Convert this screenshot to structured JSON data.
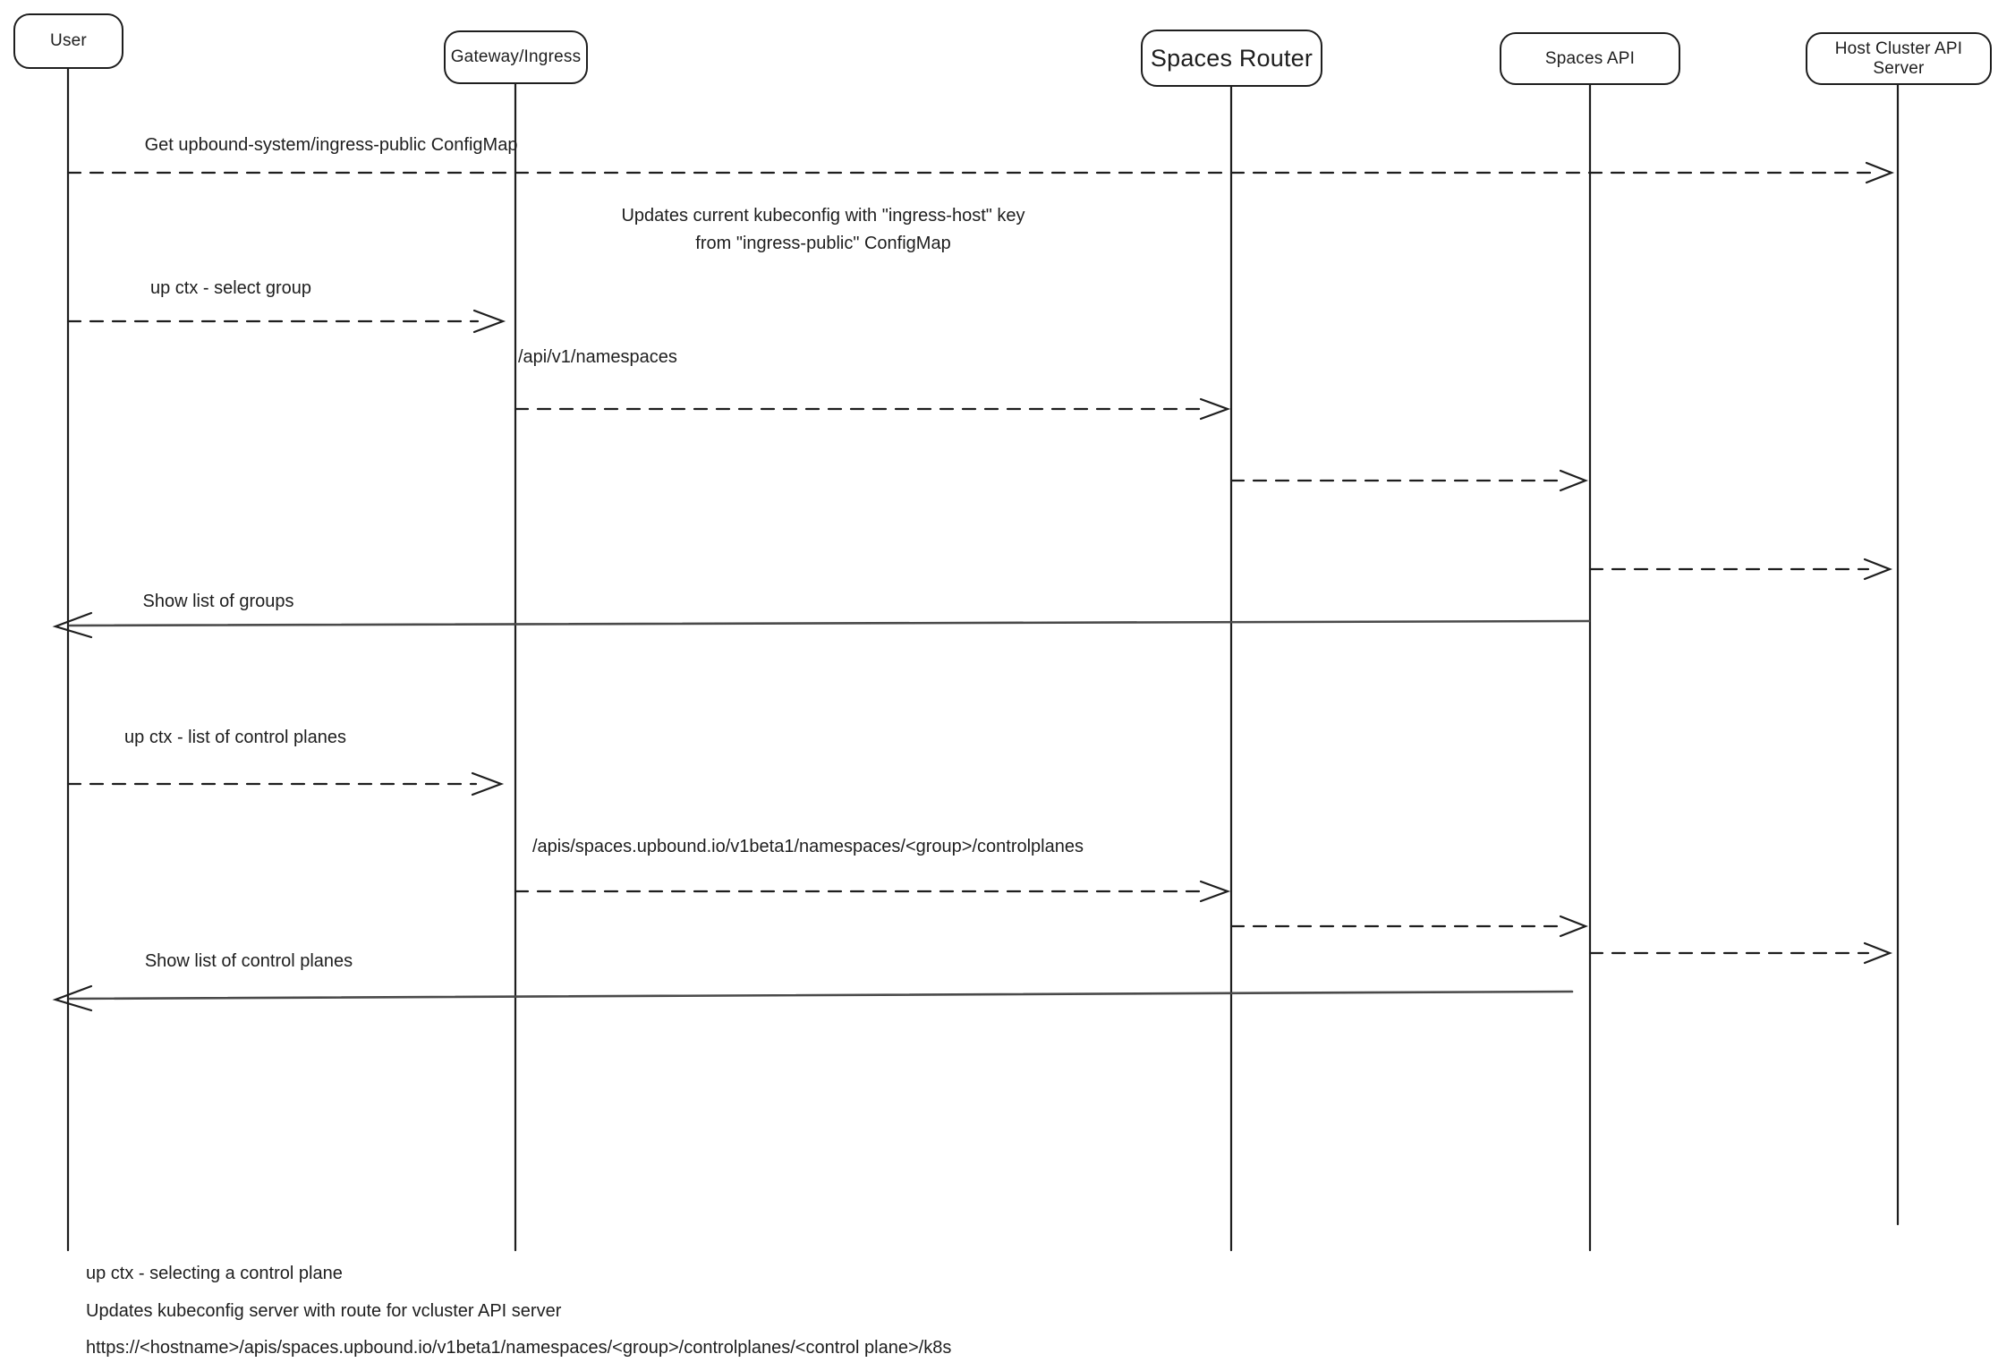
{
  "colors": {
    "background": "#ffffff",
    "stroke": "#1e1e1e"
  },
  "actors": [
    {
      "id": "user",
      "label": "User"
    },
    {
      "id": "gateway-ingress",
      "label": "Gateway/Ingress"
    },
    {
      "id": "spaces-router",
      "label": "Spaces Router"
    },
    {
      "id": "spaces-api",
      "label": "Spaces API"
    },
    {
      "id": "host-cluster-api-server",
      "label": "Host Cluster API Server"
    }
  ],
  "messages": [
    {
      "label": "Get upbound-system/ingress-public ConfigMap",
      "from": "User",
      "to": "Host Cluster API Server",
      "line": "dashed"
    },
    {
      "label": "up ctx - select group",
      "from": "User",
      "to": "Gateway/Ingress",
      "line": "dashed"
    },
    {
      "label": "/api/v1/namespaces",
      "from": "Gateway/Ingress",
      "to": "Spaces Router",
      "line": "dashed"
    },
    {
      "label": "",
      "from": "Spaces Router",
      "to": "Spaces API",
      "line": "dashed"
    },
    {
      "label": "",
      "from": "Spaces API",
      "to": "Host Cluster API Server",
      "line": "dashed"
    },
    {
      "label": "Show list of groups",
      "from": "Spaces API",
      "to": "User",
      "line": "solid"
    },
    {
      "label": "up ctx - list of control planes",
      "from": "User",
      "to": "Gateway/Ingress",
      "line": "dashed"
    },
    {
      "label": "/apis/spaces.upbound.io/v1beta1/namespaces/<group>/controlplanes",
      "from": "Gateway/Ingress",
      "to": "Spaces Router",
      "line": "dashed"
    },
    {
      "label": "",
      "from": "Spaces Router",
      "to": "Spaces API",
      "line": "dashed"
    },
    {
      "label": "",
      "from": "Spaces API",
      "to": "Host Cluster API Server",
      "line": "dashed"
    },
    {
      "label": "Show list of control planes",
      "from": "Spaces API",
      "to": "User",
      "line": "solid"
    }
  ],
  "annotations": {
    "kubeconfig_note": "Updates current kubeconfig with \"ingress-host\" key\nfrom \"ingress-public\" ConfigMap"
  },
  "footer": {
    "lines": [
      "up ctx - selecting a control plane",
      "Updates kubeconfig server with route for vcluster API server",
      "https://<hostname>/apis/spaces.upbound.io/v1beta1/namespaces/<group>/controlplanes/<control plane>/k8s"
    ]
  }
}
